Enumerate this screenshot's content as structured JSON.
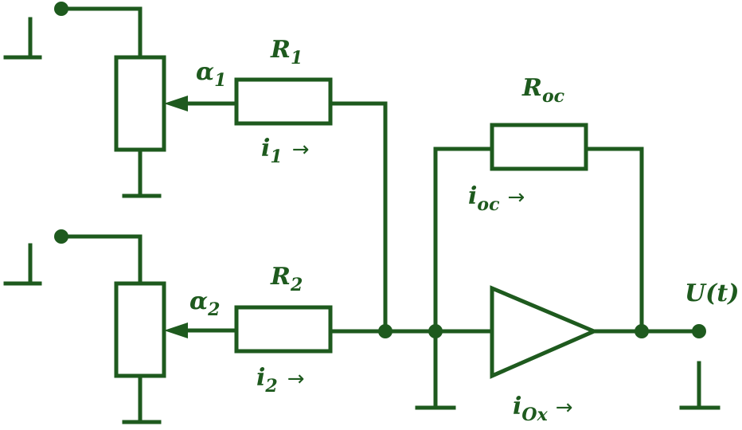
{
  "labels": {
    "r1": {
      "base": "R",
      "sub": "1"
    },
    "r2": {
      "base": "R",
      "sub": "2"
    },
    "roc": {
      "base": "R",
      "sub": "oc"
    },
    "a1": {
      "base": "α",
      "sub": "1"
    },
    "a2": {
      "base": "α",
      "sub": "2"
    },
    "i1": {
      "base": "i",
      "sub": "1",
      "arrow": "→"
    },
    "i2": {
      "base": "i",
      "sub": "2",
      "arrow": "→"
    },
    "ioc": {
      "base": "i",
      "sub": "oc",
      "arrow": "→"
    },
    "iox": {
      "base": "i",
      "sub": "Ox",
      "arrow": "→"
    },
    "output": "U(t)"
  },
  "colors": {
    "ink": "#1e5a1e",
    "background": "#ffffff"
  }
}
